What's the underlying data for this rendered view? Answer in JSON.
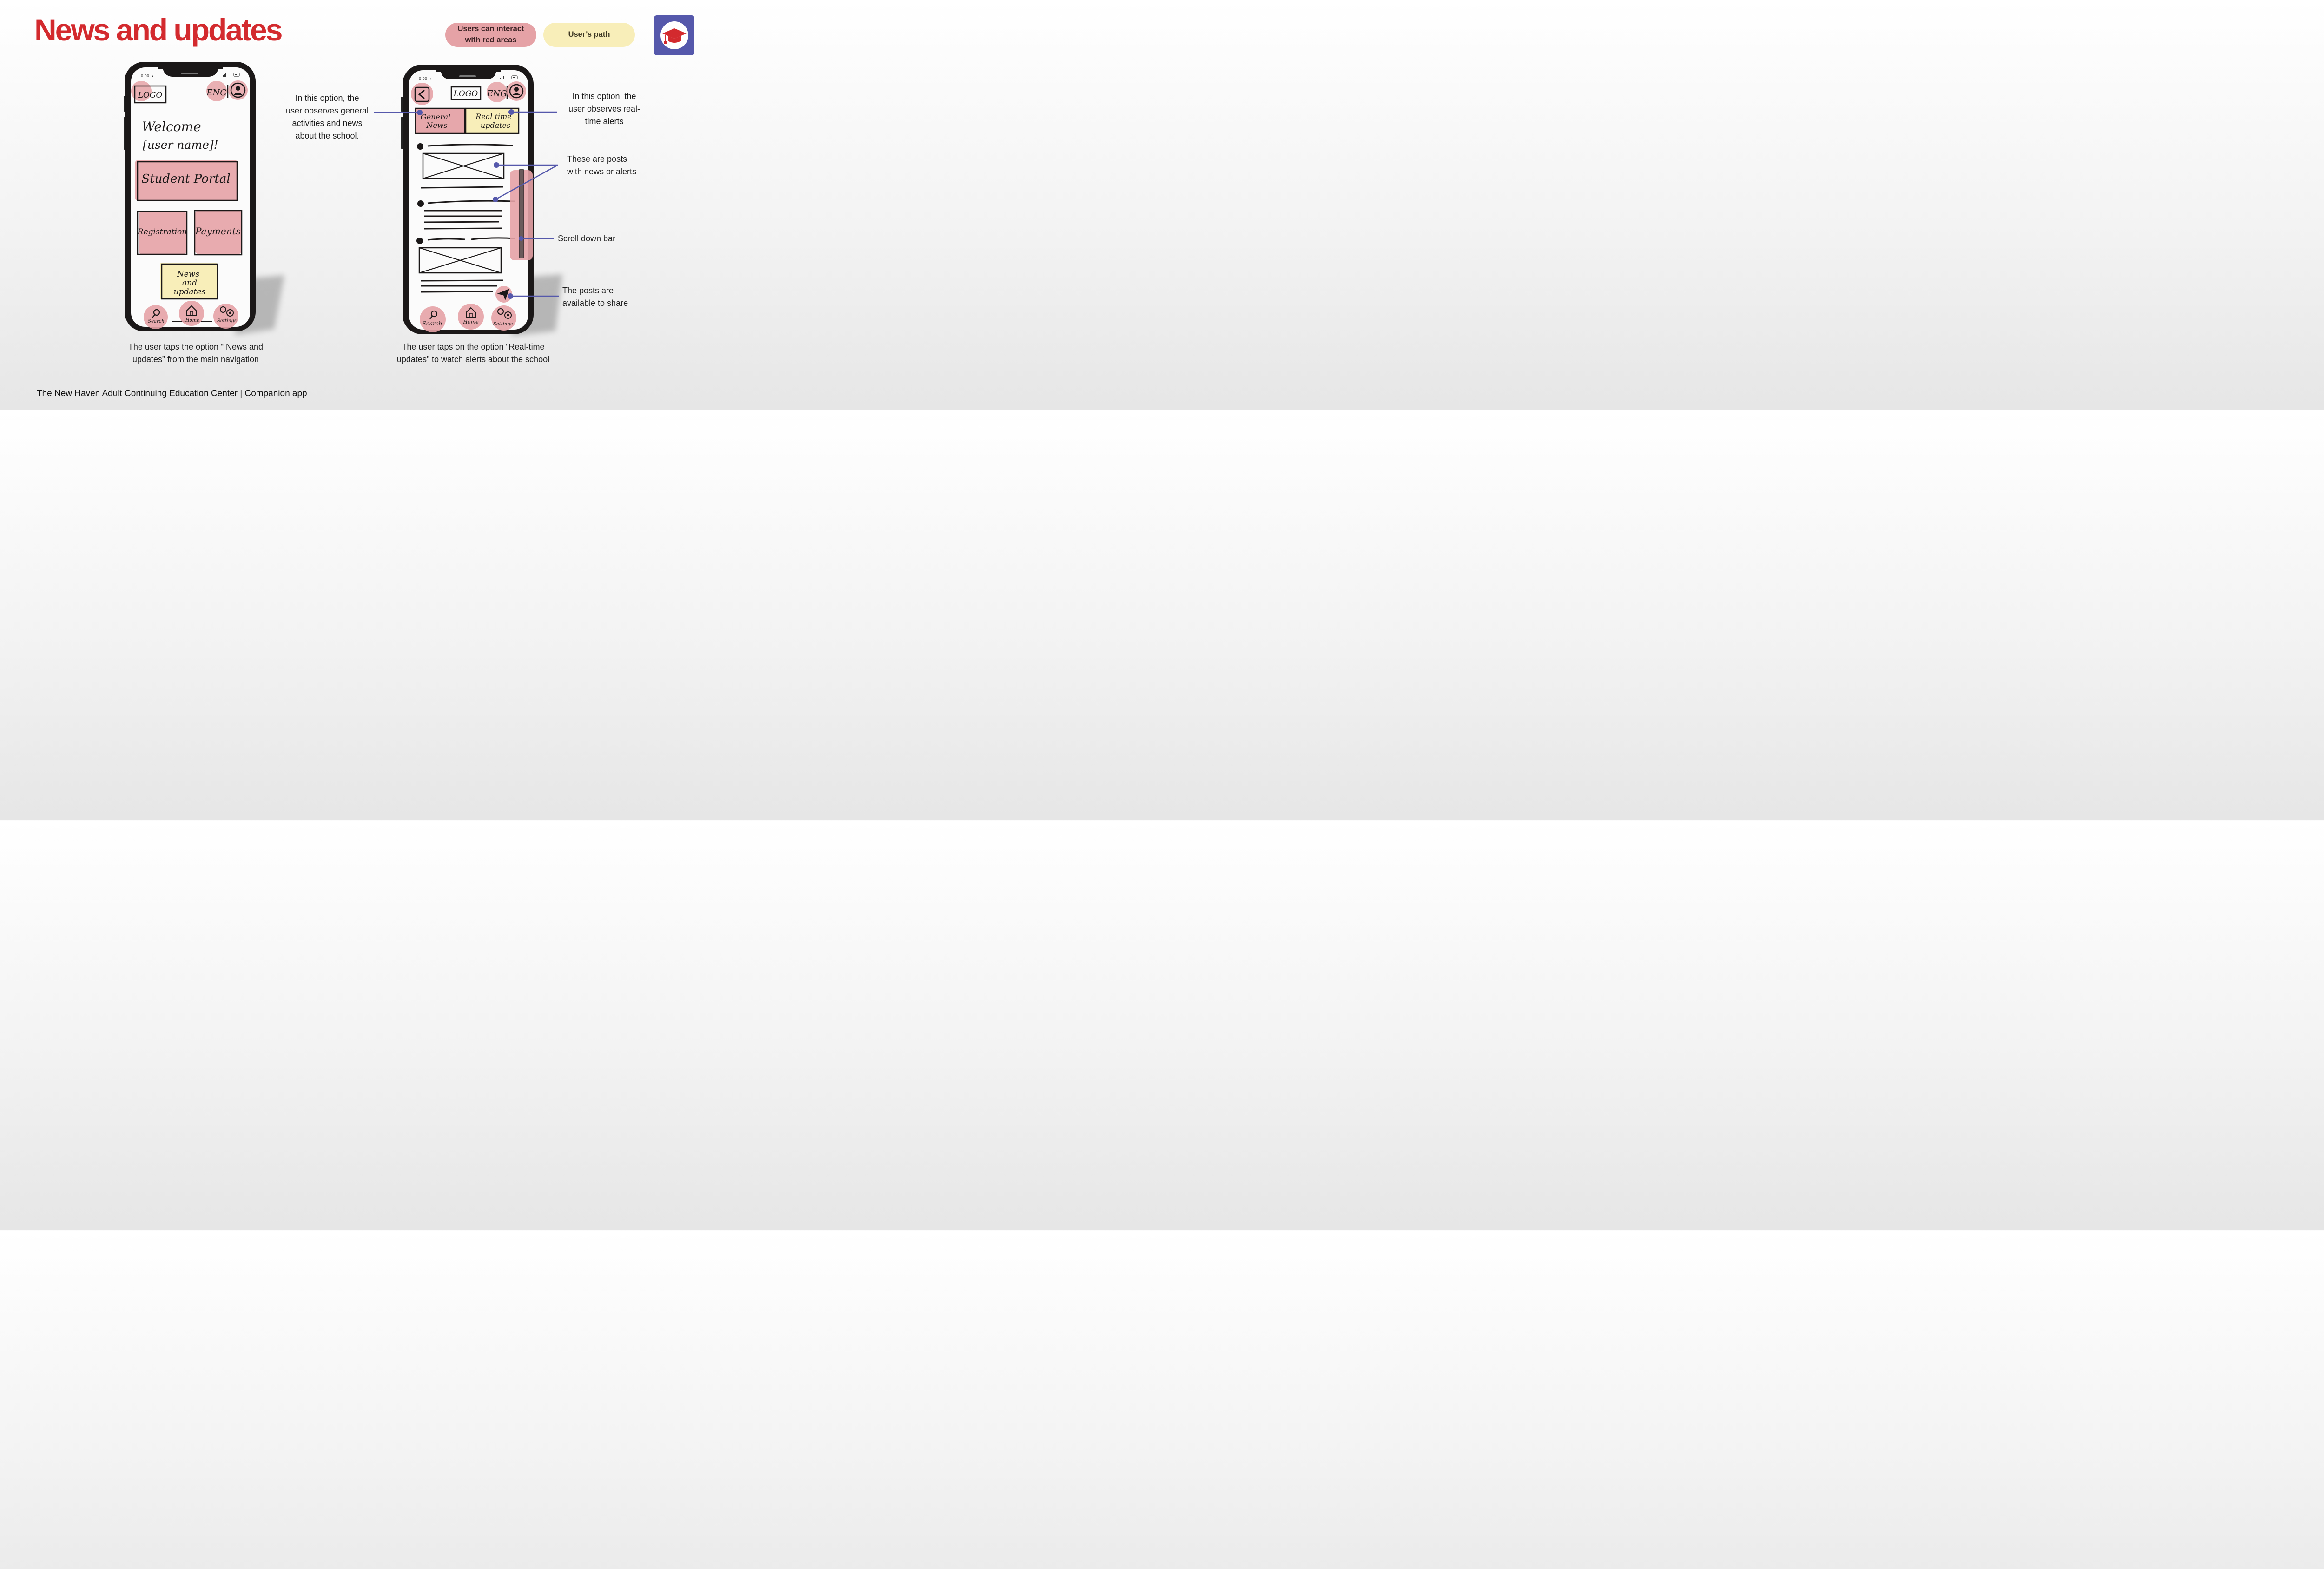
{
  "page": {
    "title": "News and updates",
    "footer": "The New Haven Adult Continuing Education Center | Companion app"
  },
  "legend": {
    "red_areas": [
      "Users can interact",
      "with red areas"
    ],
    "user_path": "User’s path"
  },
  "colors": {
    "accent_red": "#d32a2e",
    "interactive_red": "#e5a2a6",
    "user_path_yellow": "#f8eeb9",
    "annotation_blue": "#5558ab"
  },
  "icons": [
    "graduation-cap-icon",
    "back-arrow-icon",
    "profile-icon",
    "search-icon",
    "home-icon",
    "settings-icon",
    "share-icon"
  ],
  "phone_left": {
    "status_time": "0:00",
    "logo": "LOGO",
    "lang": "ENG",
    "welcome": [
      "Welcome",
      "[user name]!"
    ],
    "student_portal": "Student Portal",
    "registration": "Registration",
    "payments": "Payments",
    "news": [
      "News",
      "and",
      "updates"
    ],
    "nav": [
      "Search",
      "Home",
      "Settings"
    ],
    "caption": [
      "The user taps the option “ News and",
      "updates” from the main navigation"
    ]
  },
  "phone_right": {
    "status_time": "0:00",
    "logo": "LOGO",
    "lang": "ENG",
    "tab_general": [
      "General",
      "News"
    ],
    "tab_realtime": [
      "Real time",
      "updates"
    ],
    "nav": [
      "Search",
      "Home",
      "Settings"
    ],
    "caption": [
      "The user taps on the option  “Real-time",
      "updates” to watch alerts about the school"
    ]
  },
  "annotations": {
    "general": [
      "In this option, the",
      "user observes general",
      "activities and news",
      "about the school."
    ],
    "realtime": [
      "In this option, the",
      "user observes real-",
      "time alerts"
    ],
    "posts": [
      "These are posts",
      "with news or alerts"
    ],
    "scroll": "Scroll down bar",
    "share": [
      "The posts are",
      "available to share"
    ]
  }
}
